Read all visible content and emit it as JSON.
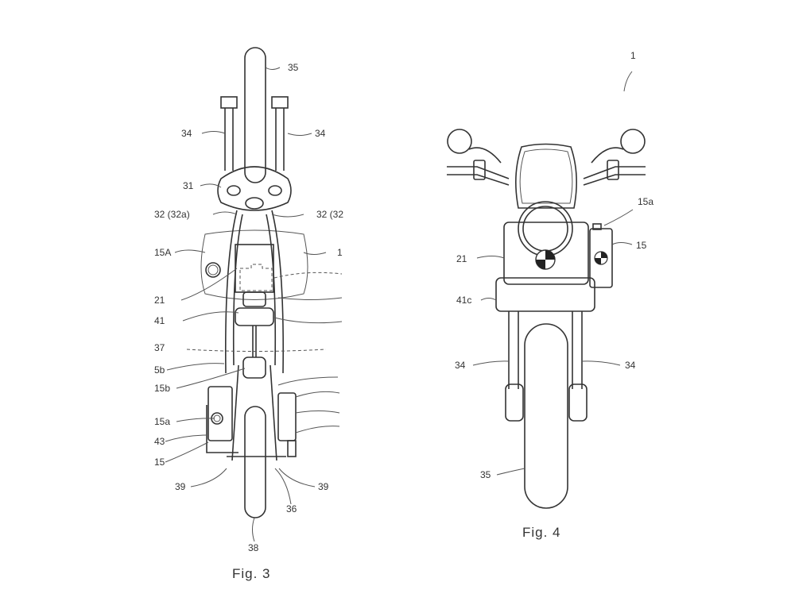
{
  "fig3": {
    "caption": "Fig. 3",
    "labels": {
      "l35": "35",
      "l34_left": "34",
      "l34_right": "34",
      "l31": "31",
      "l32_left": "32 (32a)",
      "l32_right": "32 (32",
      "l15A": "15A",
      "l1": "1",
      "l21": "21",
      "l41": "41",
      "l37": "37",
      "l5b": "5b",
      "l15b": "15b",
      "l15a": "15a",
      "l43": "43",
      "l15": "15",
      "l39_left": "39",
      "l39_right": "39",
      "l36": "36",
      "l38": "38"
    }
  },
  "fig4": {
    "caption": "Fig. 4",
    "labels": {
      "l1": "1",
      "l15a": "15a",
      "l15": "15",
      "l21": "21",
      "l41c": "41c",
      "l34_left": "34",
      "l34_right": "34",
      "l35": "35"
    }
  }
}
